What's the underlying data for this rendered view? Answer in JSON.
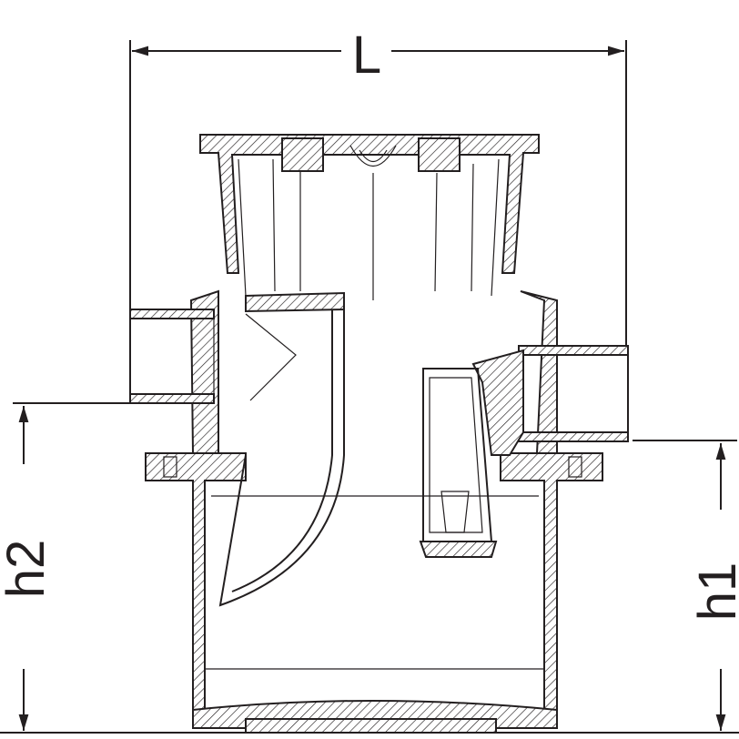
{
  "dimensions": {
    "length_label": "L",
    "height_inlet_label": "h2",
    "height_outlet_label": "h1"
  },
  "colors": {
    "line": "#231f20",
    "background": "#ffffff"
  }
}
